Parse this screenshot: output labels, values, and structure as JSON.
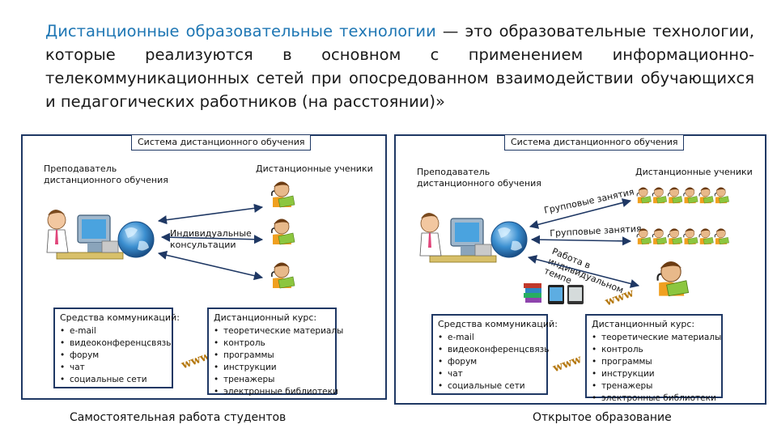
{
  "definition": {
    "term": "Дистанционные образовательные технологии",
    "text": " — это образовательные технологии, которые реализуются в основном с применением информационно-телекоммуникационных сетей при опосредованном взаимодействии обучающихся и педагогических работников (на расстоянии)»"
  },
  "left_diagram": {
    "system_title": "Система дистанционного обучения",
    "teacher_label": "Преподаватель\nдистанционного обучения",
    "students_label": "Дистанционные ученики",
    "interaction_label": "Индивидуальные\nконсультации",
    "communication": {
      "title": "Средства коммуникаций:",
      "items": [
        "e-mail",
        "видеоконференцсвязь",
        "форум",
        "чат",
        "социальные сети"
      ]
    },
    "course": {
      "title": "Дистанционный курс:",
      "items": [
        "теоретические материалы",
        "контроль",
        "программы",
        "инструкции",
        "тренажеры",
        "электронные библиотеки"
      ]
    },
    "www": "www",
    "caption": "Самостоятельная работа студентов"
  },
  "right_diagram": {
    "system_title": "Система дистанционного обучения",
    "teacher_label": "Преподаватель\nдистанционного обучения",
    "students_label": "Дистанционные ученики",
    "group_label_1": "Групповые занятия",
    "group_label_2": "Групповые занятия",
    "individual_label": "Работа в\nиндивидуальном\nтемпе",
    "communication": {
      "title": "Средства коммуникаций:",
      "items": [
        "e-mail",
        "видеоконференцсвязь",
        "форум",
        "чат",
        "социальные сети"
      ]
    },
    "course": {
      "title": "Дистанционный курс:",
      "items": [
        "теоретические материалы",
        "контроль",
        "программы",
        "инструкции",
        "тренажеры",
        "электронные библиотеки"
      ]
    },
    "www_1": "www",
    "www_2": "www",
    "caption": "Открытое образование"
  }
}
